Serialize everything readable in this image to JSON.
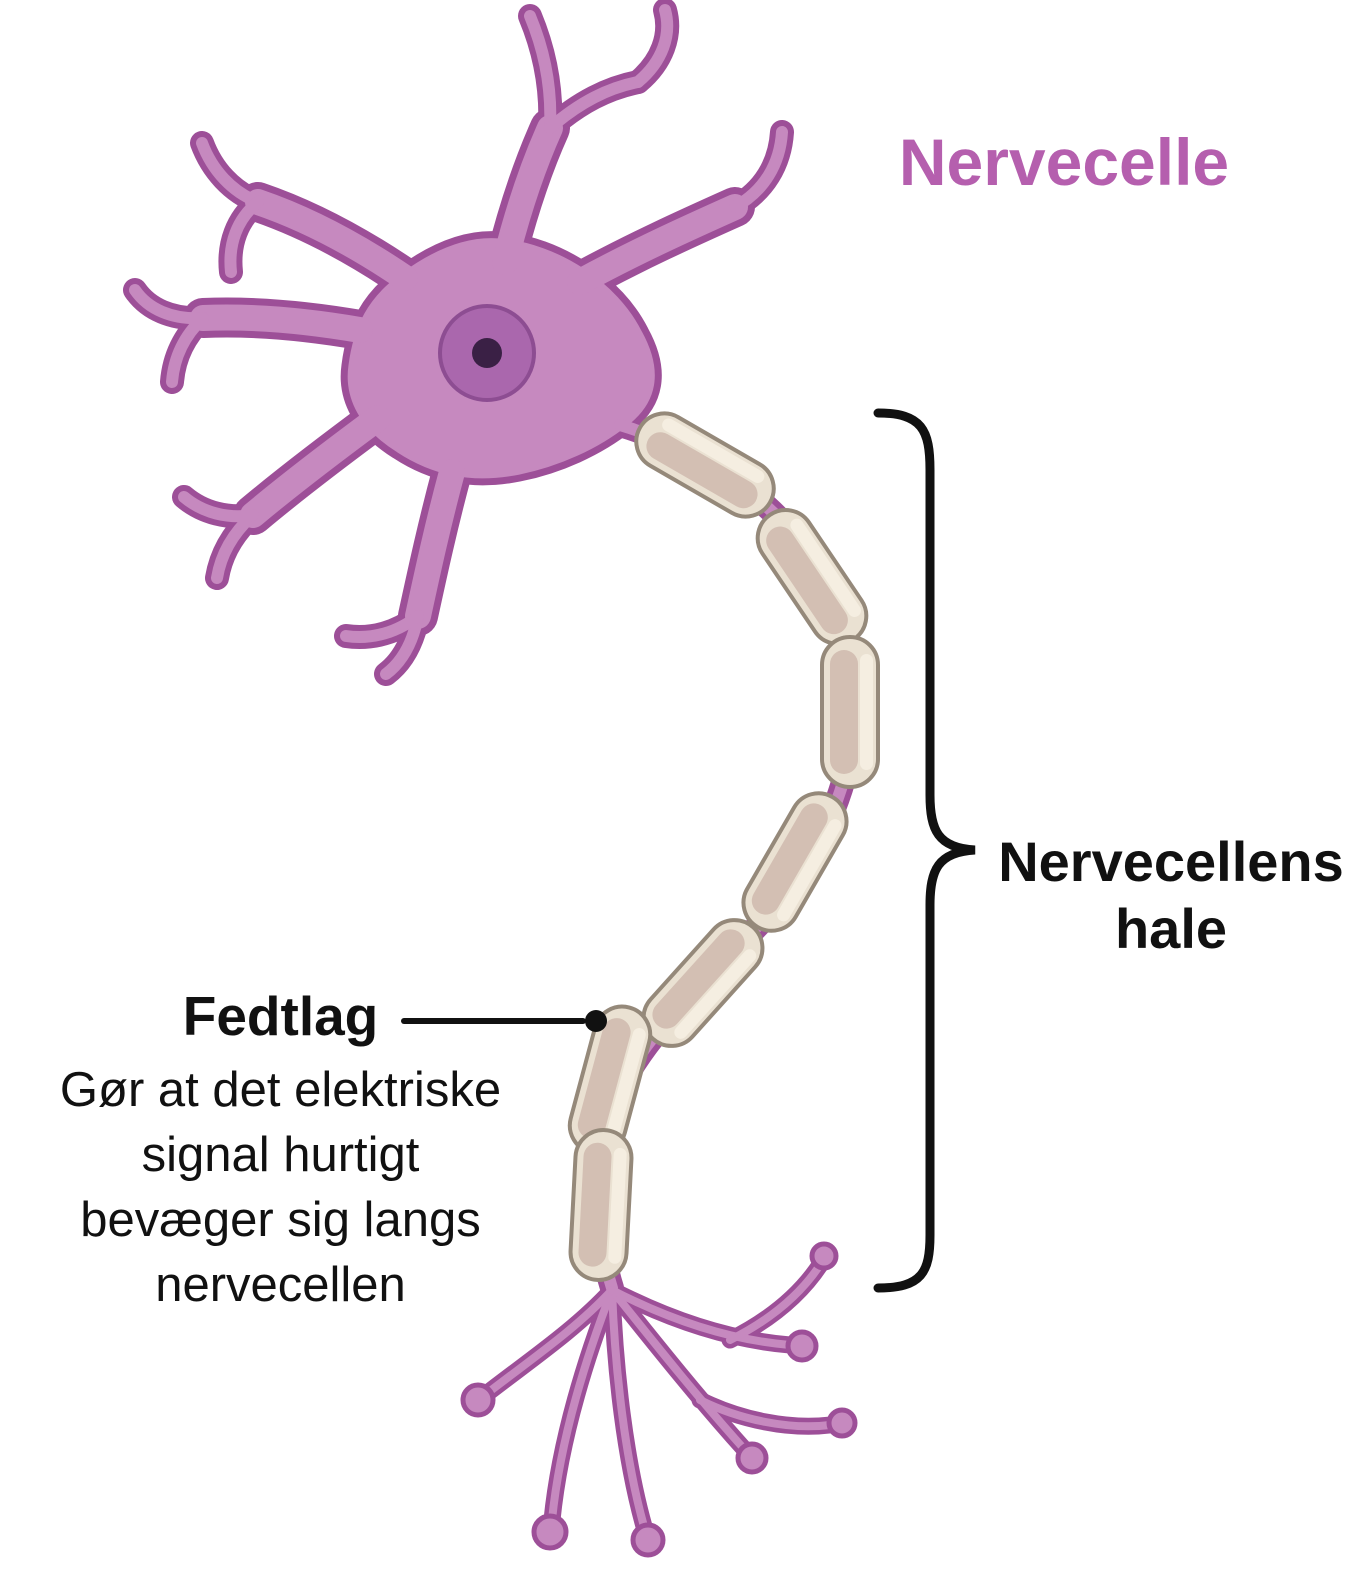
{
  "title": {
    "text": "Nervecelle"
  },
  "labels": {
    "fedtlag": {
      "heading": "Fedtlag",
      "description_lines": [
        "Gør at det elektriske",
        "signal hurtigt",
        "bevæger sig langs",
        "nervecellen"
      ]
    },
    "axon_brace": {
      "lines": [
        "Nervecellens",
        "hale"
      ]
    }
  },
  "diagram": {
    "colors": {
      "title": "#b55fae",
      "text": "#111111",
      "cell_fill": "#c689bf",
      "cell_outline": "#9d4f98",
      "nucleus": "#aa67ad",
      "nucleus_outline": "#8d4d92",
      "nucleolus": "#3a2045",
      "myelin_outer": "#eae1d2",
      "myelin_inner": "#d3bfb3",
      "myelin_highlight": "#f6f0e2",
      "myelin_outline": "#95897a",
      "pointer": "#111111"
    }
  }
}
